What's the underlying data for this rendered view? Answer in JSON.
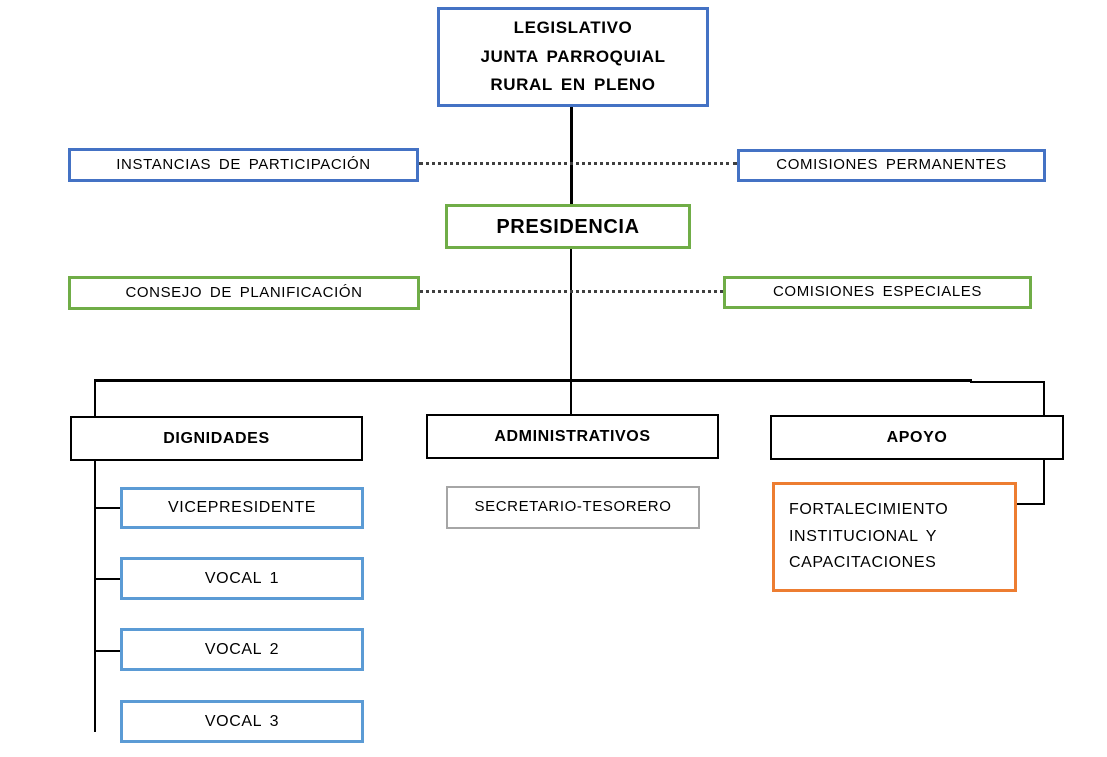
{
  "colors": {
    "blue": "#4472C4",
    "green": "#70AD47",
    "light_blue": "#5B9BD5",
    "orange": "#ED7D31",
    "gray": "#A6A6A6",
    "black": "#000000",
    "connector_solid": "#000000",
    "connector_dotted": "#3f3f3f",
    "background": "#ffffff"
  },
  "org_chart": {
    "legislativo": {
      "label": "LEGISLATIVO\nJUNTA PARROQUIAL\nRURAL EN PLENO",
      "border": "#4472C4"
    },
    "instancias_participacion": {
      "label": "INSTANCIAS DE PARTICIPACIÓN",
      "border": "#4472C4"
    },
    "comisiones_permanentes": {
      "label": "COMISIONES PERMANENTES",
      "border": "#4472C4"
    },
    "presidencia": {
      "label": "PRESIDENCIA",
      "border": "#70AD47"
    },
    "consejo_planificacion": {
      "label": "CONSEJO DE PLANIFICACIÓN",
      "border": "#70AD47"
    },
    "comisiones_especiales": {
      "label": "COMISIONES ESPECIALES",
      "border": "#70AD47"
    },
    "dignidades": {
      "label": "DIGNIDADES",
      "border": "#000000"
    },
    "administrativos": {
      "label": "ADMINISTRATIVOS",
      "border": "#000000"
    },
    "apoyo": {
      "label": "APOYO",
      "border": "#000000"
    },
    "vicepresidente": {
      "label": "VICEPRESIDENTE",
      "border": "#5B9BD5"
    },
    "vocal_1": {
      "label": "VOCAL 1",
      "border": "#5B9BD5"
    },
    "vocal_2": {
      "label": "VOCAL 2",
      "border": "#5B9BD5"
    },
    "vocal_3": {
      "label": "VOCAL 3",
      "border": "#5B9BD5"
    },
    "secretario_tesorero": {
      "label": "SECRETARIO-TESORERO",
      "border": "#A6A6A6"
    },
    "fortalecimiento": {
      "label": "FORTALECIMIENTO\nINSTITUCIONAL   Y\nCAPACITACIONES",
      "border": "#ED7D31"
    }
  }
}
